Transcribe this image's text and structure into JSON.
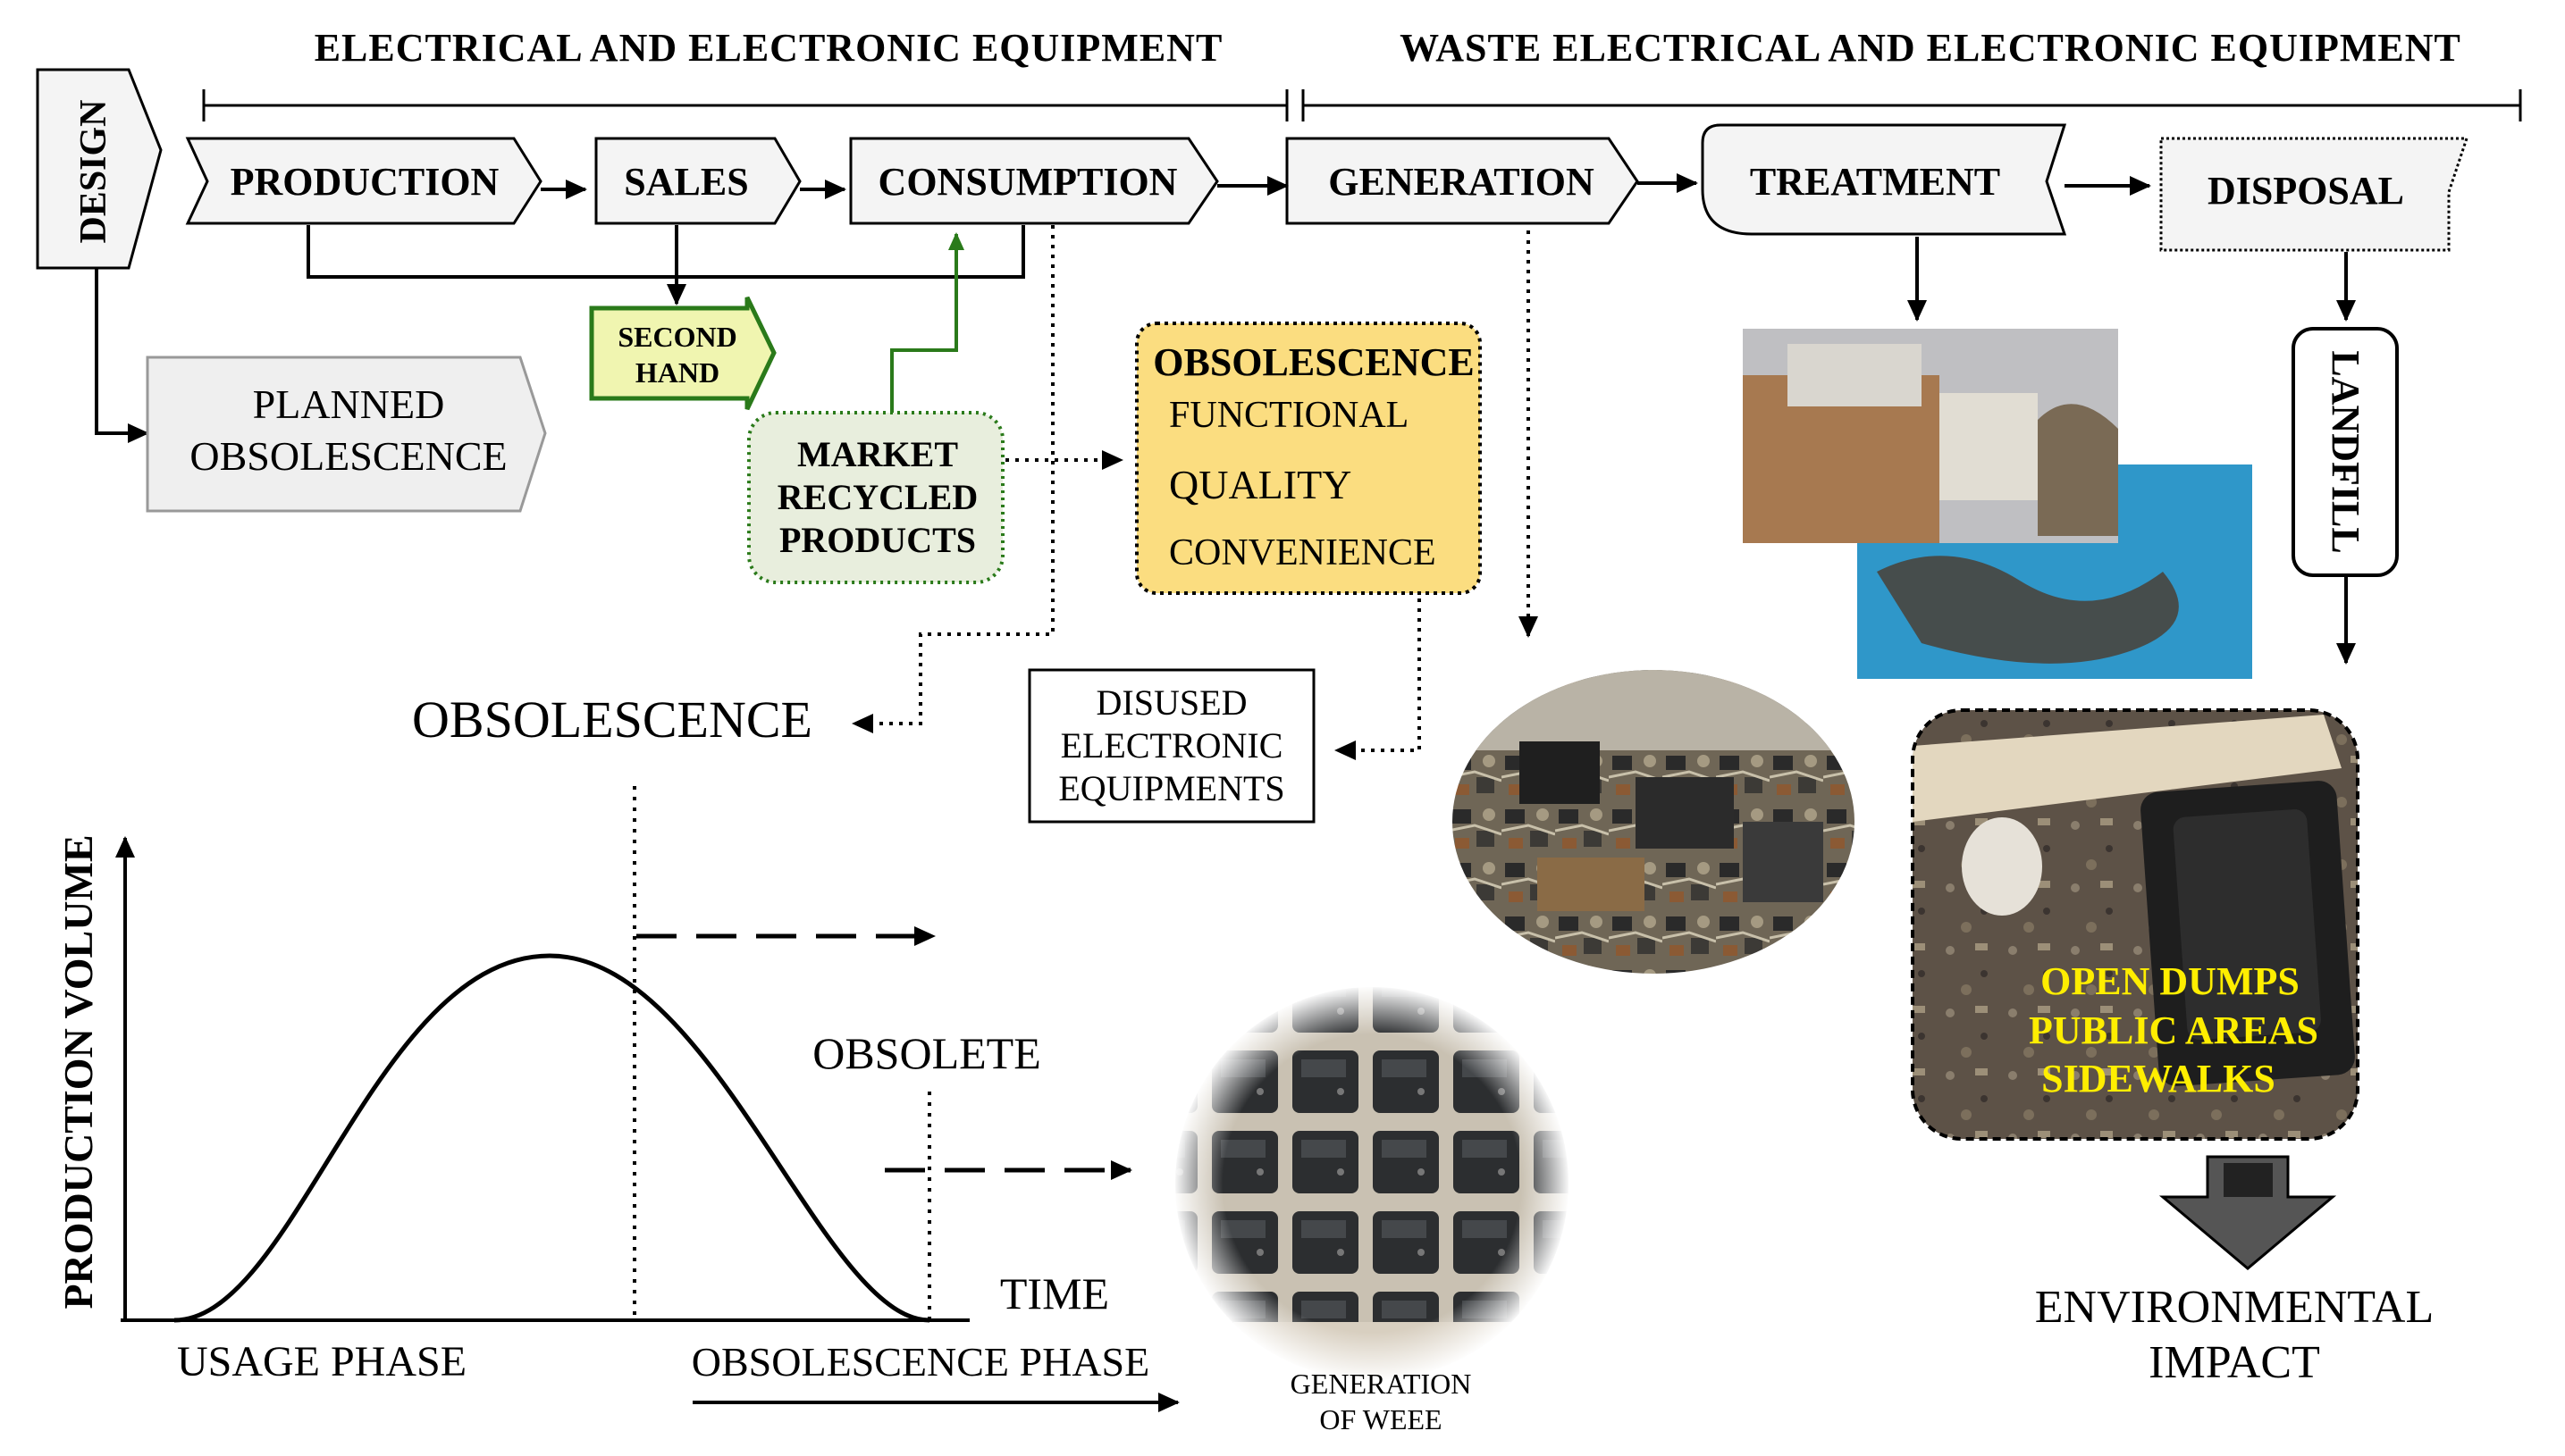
{
  "headers": {
    "eee": "ELECTRICAL AND ELECTRONIC EQUIPMENT",
    "weee": "WASTE ELECTRICAL AND ELECTRONIC EQUIPMENT"
  },
  "stages": {
    "design": "DESIGN",
    "production": "PRODUCTION",
    "sales": "SALES",
    "consumption": "CONSUMPTION",
    "generation": "GENERATION",
    "treatment": "TREATMENT",
    "disposal": "DISPOSAL",
    "landfill": "LANDFILL"
  },
  "second_hand": {
    "line1": "SECOND",
    "line2": "HAND"
  },
  "planned_obsolescence": {
    "line1": "PLANNED",
    "line2": "OBSOLESCENCE"
  },
  "market_recycled": {
    "line1": "MARKET",
    "line2": "RECYCLED",
    "line3": "PRODUCTS"
  },
  "obsolescence_box": {
    "title": "OBSOLESCENCE",
    "items": [
      "FUNCTIONAL",
      "QUALITY",
      "CONVENIENCE"
    ]
  },
  "disused": {
    "line1": "DISUSED",
    "line2": "ELECTRONIC",
    "line3": "EQUIPMENTS"
  },
  "obsolescence_label": "OBSOLESCENCE",
  "chart": {
    "ylabel": "PRODUCTION VOLUME",
    "xlabel": "TIME",
    "obsolete_label": "OBSOLETE",
    "usage_phase": "USAGE PHASE",
    "obsolescence_phase": "OBSOLESCENCE PHASE"
  },
  "generation_weee": {
    "line1": "GENERATION",
    "line2": "OF WEEE"
  },
  "dump_text": [
    "OPEN DUMPS",
    "PUBLIC AREAS",
    "SIDEWALKS"
  ],
  "environmental_impact": {
    "line1": "ENVIRONMENTAL",
    "line2": "IMPACT"
  },
  "colors": {
    "second_hand_fill": "#f0f5b0",
    "second_hand_stroke": "#2a7a1a",
    "market_fill": "#e8eedd",
    "market_stroke": "#2a7a1a",
    "obsolescence_fill": "#fbdd80",
    "dump_text": "#ffee00",
    "shape_fill": "#f4f4f4"
  }
}
